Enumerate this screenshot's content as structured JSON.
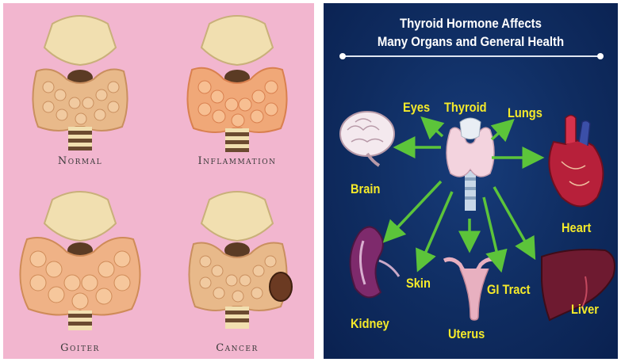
{
  "left_panel": {
    "background": "#f2b6cf",
    "conditions": [
      {
        "label": "Normal"
      },
      {
        "label": "Inflammation"
      },
      {
        "label": "Goiter"
      },
      {
        "label": "Cancer"
      }
    ]
  },
  "right_panel": {
    "background": "#0f2c60",
    "title_line1": "Thyroid Hormone Affects",
    "title_line2": "Many Organs and General Health",
    "label_color": "#f5ea2a",
    "arrow_color": "#5cc43a",
    "center_organ": "Thyroid",
    "organs": {
      "eyes": "Eyes",
      "lungs": "Lungs",
      "brain": "Brain",
      "heart": "Heart",
      "kidney": "Kidney",
      "skin": "Skin",
      "uterus": "Uterus",
      "gi_tract": "GI Tract",
      "liver": "Liver"
    }
  }
}
